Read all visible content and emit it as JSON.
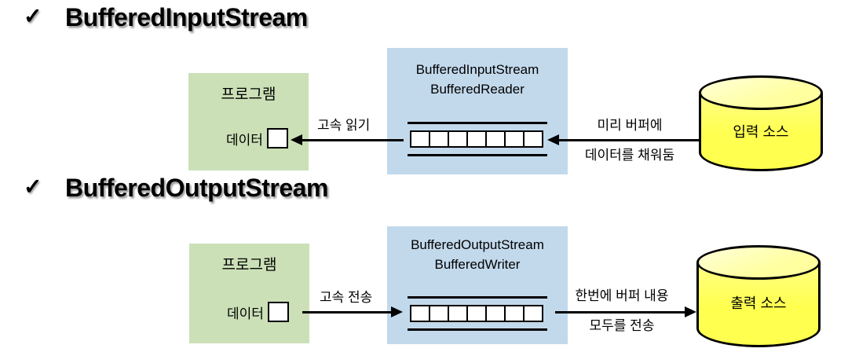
{
  "headings": [
    {
      "check_icon": "✓",
      "label": "BufferedInputStream"
    },
    {
      "check_icon": "✓",
      "label": "BufferedOutputStream"
    }
  ],
  "input_flow": {
    "program_box": {
      "title": "프로그램",
      "data_label": "데이터"
    },
    "buffer_box": {
      "title_line1": "BufferedInputStream",
      "title_line2": "BufferedReader",
      "cell_count": 7
    },
    "read_label": "고속 읽기",
    "fill_label_line1": "미리 버퍼에",
    "fill_label_line2": "데이터를 채워둠",
    "source_label": "입력 소스"
  },
  "output_flow": {
    "program_box": {
      "title": "프로그램",
      "data_label": "데이터"
    },
    "buffer_box": {
      "title_line1": "BufferedOutputStream",
      "title_line2": "BufferedWriter",
      "cell_count": 7
    },
    "send_label": "고속 전송",
    "flush_label_line1": "한번에 버퍼 내용",
    "flush_label_line2": "모두를 전송",
    "source_label": "출력 소스"
  },
  "colors": {
    "program_box_bg": "#cbe0b7",
    "buffer_box_bg": "#c2d9ec",
    "source_body": "#ffff4f",
    "source_body_light": "#ffff85",
    "source_top_ellipse": "#ffffa0",
    "outline": "#000000"
  }
}
